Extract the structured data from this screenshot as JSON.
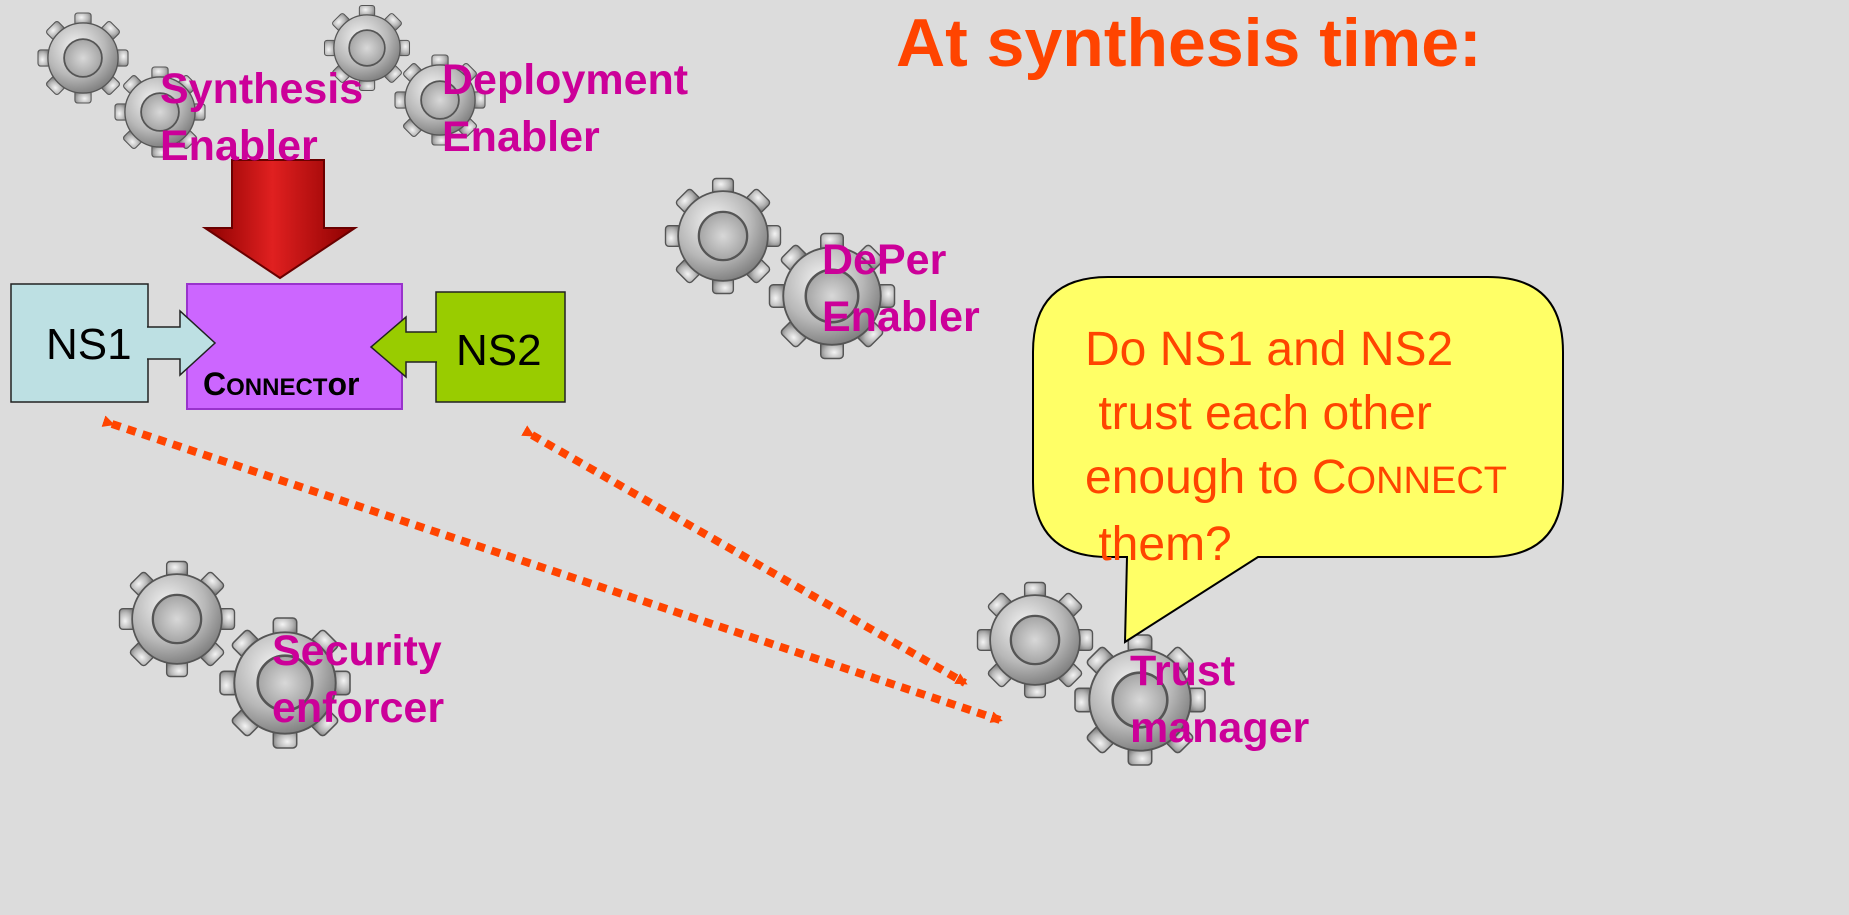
{
  "title": "At synthesis time:",
  "enablers": {
    "synthesis": "Synthesis\nEnabler",
    "deployment": "Deployment\nEnabler",
    "deper": "DePer\nEnabler",
    "security": "Security\nenforcer",
    "trust": "Trust\nmanager"
  },
  "ns1": "NS1",
  "ns2": "NS2",
  "connector": {
    "first": "C",
    "rest": "ONNECT",
    "tail": "or"
  },
  "question": {
    "line1": "Do NS1 and NS2",
    "line2": " trust each other",
    "line3_a": "enough to C",
    "line3_b": "ONNECT",
    "line4": " them?"
  },
  "colors": {
    "background": "#dcdcdc",
    "title": "#ff4400",
    "enabler_label": "#cc0099",
    "ns1_box": "#bde0e3",
    "ns2_box": "#99cc00",
    "connector_box": "#cc66ff",
    "bubble": "#ffff66",
    "dotted_arrow": "#ff4400",
    "red_arrow": "#cc0000"
  }
}
